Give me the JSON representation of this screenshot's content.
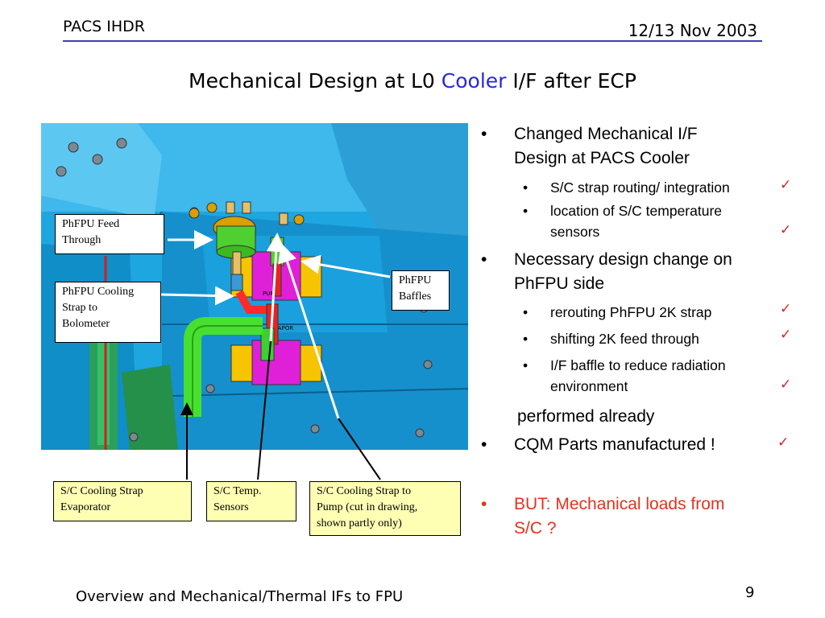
{
  "header": {
    "left": "PACS IHDR",
    "right": "12/13 Nov 2003"
  },
  "title": {
    "part1": "Mechanical Design at L0 ",
    "highlight": "Cooler",
    "part2": " I/F after ECP"
  },
  "callouts": {
    "feed_through": [
      "PhFPU Feed",
      "Through"
    ],
    "cooling_strap": [
      "PhFPU Cooling",
      "Strap to",
      "Bolometer"
    ],
    "baffles": [
      "PhFPU",
      "Baffles"
    ],
    "evaporator": [
      "S/C Cooling Strap",
      "Evaporator"
    ],
    "temp_sensors": [
      "S/C Temp.",
      "Sensors"
    ],
    "pump": [
      "S/C Cooling Strap to",
      "Pump (cut in drawing,",
      "shown partly only)"
    ]
  },
  "image_labels": {
    "pump": "PUMP",
    "evap": "EVAPOR"
  },
  "bullets": {
    "b1": [
      "Changed Mechanical I/F",
      "Design at PACS Cooler"
    ],
    "b1_sub1": "S/C strap routing/ integration",
    "b1_sub2": [
      "location of S/C temperature",
      "sensors"
    ],
    "b2": [
      "Necessary design change on",
      "PhFPU side"
    ],
    "b2_sub1": "rerouting  PhFPU 2K strap",
    "b2_sub2": "shifting 2K feed through",
    "b2_sub3": [
      "I/F baffle to reduce radiation",
      "environment"
    ],
    "performed": "performed already",
    "b3": "CQM Parts manufactured !",
    "b4": [
      "BUT: Mechanical loads from",
      "S/C ?"
    ],
    "bullet_char": "•",
    "check_char": "✓"
  },
  "footer": {
    "text": "Overview and Mechanical/Thermal IFs to FPU",
    "page": "9"
  },
  "colors": {
    "accent_blue": "#2828d8",
    "rule": "#3b3fb0",
    "check": "#d4232a",
    "red_text": "#e0341e",
    "callout_yellow": "#ffffb4"
  }
}
